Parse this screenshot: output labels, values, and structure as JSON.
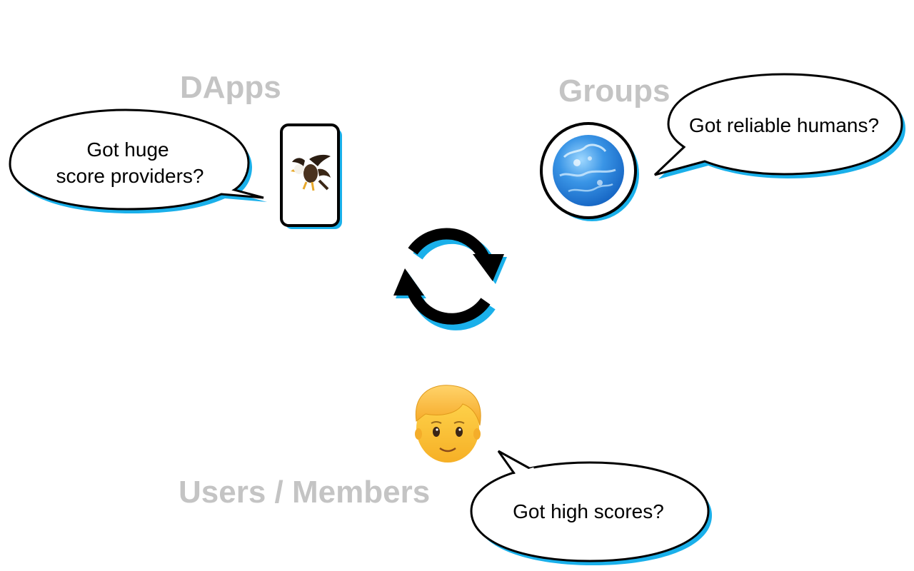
{
  "headings": {
    "dapps": "DApps",
    "groups": "Groups",
    "users": "Users / Members"
  },
  "bubbles": {
    "dapps": [
      "Got huge",
      "score providers?"
    ],
    "groups": [
      "Got reliable humans?"
    ],
    "users": [
      "Got high scores?"
    ]
  },
  "icons": {
    "dapp_phone": "phone-with-eagle-icon",
    "group_globe": "blue-marble-icon",
    "cycle": "cycle-arrows-icon",
    "user": "person-emoji-icon"
  },
  "colors": {
    "heading": "#c4c4c4",
    "shadow": "#1ab0ea",
    "outline": "#000000",
    "fill": "#ffffff"
  }
}
